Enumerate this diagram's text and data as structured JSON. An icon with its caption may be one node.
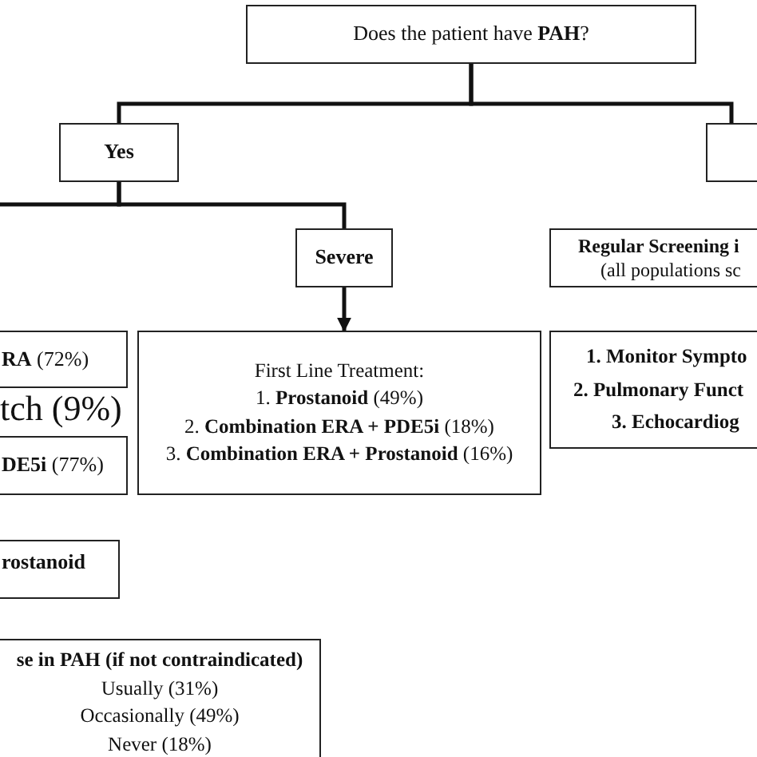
{
  "diagram": {
    "nodes": [
      {
        "text": [
          "Does the patient have **PAH**?"
        ]
      },
      {
        "text": [
          "Yes"
        ]
      },
      {
        "text": [],
        "shape": "box"
      },
      {
        "text": [
          "Severe"
        ]
      },
      {
        "text": [
          "**RA** (72%)"
        ]
      },
      {
        "text": [
          "**DE5i** (77%)"
        ]
      },
      {
        "text": [
          "First Line Treatment:",
          "1.  **Prostanoid** (49%)",
          "2. **Combination ERA + PDE5i** (18%)",
          "3. **Combination ERA + Prostanoid** (16%)"
        ]
      },
      {
        "text": [
          "**Regular Screening i**",
          "(all populations sc"
        ]
      },
      {
        "text": [
          "1.  Monitor Sympto",
          "2.  Pulmonary Funct",
          "3.  Echocardiog"
        ]
      },
      {
        "text": [
          "rostanoid"
        ]
      },
      {
        "text": [
          "**se in PAH (if not contraindicated)**",
          "Usually (31%)",
          "Occasionally (49%)",
          "Never (18%)"
        ]
      }
    ],
    "edges": [
      {
        "from": 0,
        "to": 1,
        "arrow": "none"
      },
      {
        "from": 0,
        "to": 2,
        "arrow": "none"
      },
      {
        "from": 1,
        "to": null,
        "arrow": "none"
      },
      {
        "from": 1,
        "to": 3,
        "arrow": "none"
      },
      {
        "from": 3,
        "to": 6,
        "arrow": "to"
      }
    ],
    "labels": [
      "tch (9%)"
    ]
  }
}
